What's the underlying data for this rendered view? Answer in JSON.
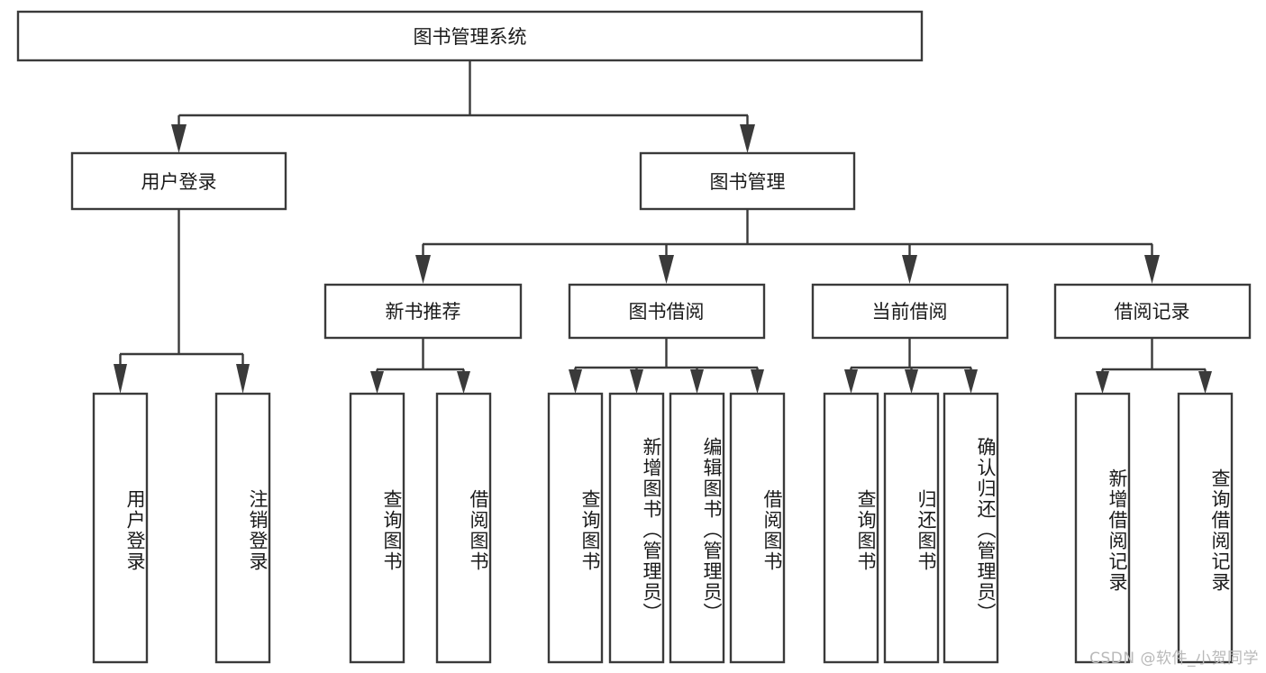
{
  "diagram": {
    "title": "图书管理系统",
    "type": "tree-hierarchy-chart",
    "root": {
      "id": "root",
      "label": "图书管理系统"
    },
    "level1": [
      {
        "id": "user-login",
        "label": "用户登录"
      },
      {
        "id": "book-manage",
        "label": "图书管理"
      }
    ],
    "level2": [
      {
        "id": "new-book-recommend",
        "label": "新书推荐",
        "parent": "book-manage"
      },
      {
        "id": "book-borrow",
        "label": "图书借阅",
        "parent": "book-manage"
      },
      {
        "id": "current-borrow",
        "label": "当前借阅",
        "parent": "book-manage"
      },
      {
        "id": "borrow-record",
        "label": "借阅记录",
        "parent": "book-manage"
      }
    ],
    "leaves": {
      "user_login": [
        {
          "id": "leaf-user-login",
          "label": "用户登录"
        },
        {
          "id": "leaf-user-logout",
          "label": "注销登录"
        }
      ],
      "new_book_recommend": [
        {
          "id": "leaf-query-book-1",
          "label": "查询图书"
        },
        {
          "id": "leaf-borrow-book-1",
          "label": "借阅图书"
        }
      ],
      "book_borrow": [
        {
          "id": "leaf-query-book-2",
          "label": "查询图书"
        },
        {
          "id": "leaf-add-book",
          "label": "新增图书（管理员）"
        },
        {
          "id": "leaf-edit-book",
          "label": "编辑图书（管理员）"
        },
        {
          "id": "leaf-borrow-book-2",
          "label": "借阅图书"
        }
      ],
      "current_borrow": [
        {
          "id": "leaf-query-book-3",
          "label": "查询图书"
        },
        {
          "id": "leaf-return-book",
          "label": "归还图书"
        },
        {
          "id": "leaf-confirm-return",
          "label": "确认归还（管理员）"
        }
      ],
      "borrow_record": [
        {
          "id": "leaf-add-record",
          "label": "新增借阅记录"
        },
        {
          "id": "leaf-query-record",
          "label": "查询借阅记录"
        }
      ]
    }
  },
  "watermark": {
    "text": "CSDN @软件_小贺同学"
  },
  "colors": {
    "stroke": "#3a3a3a",
    "box_fill": "#ffffff",
    "text": "#1a1a1a",
    "background": "#ffffff",
    "watermark": "#b9b9b9"
  }
}
